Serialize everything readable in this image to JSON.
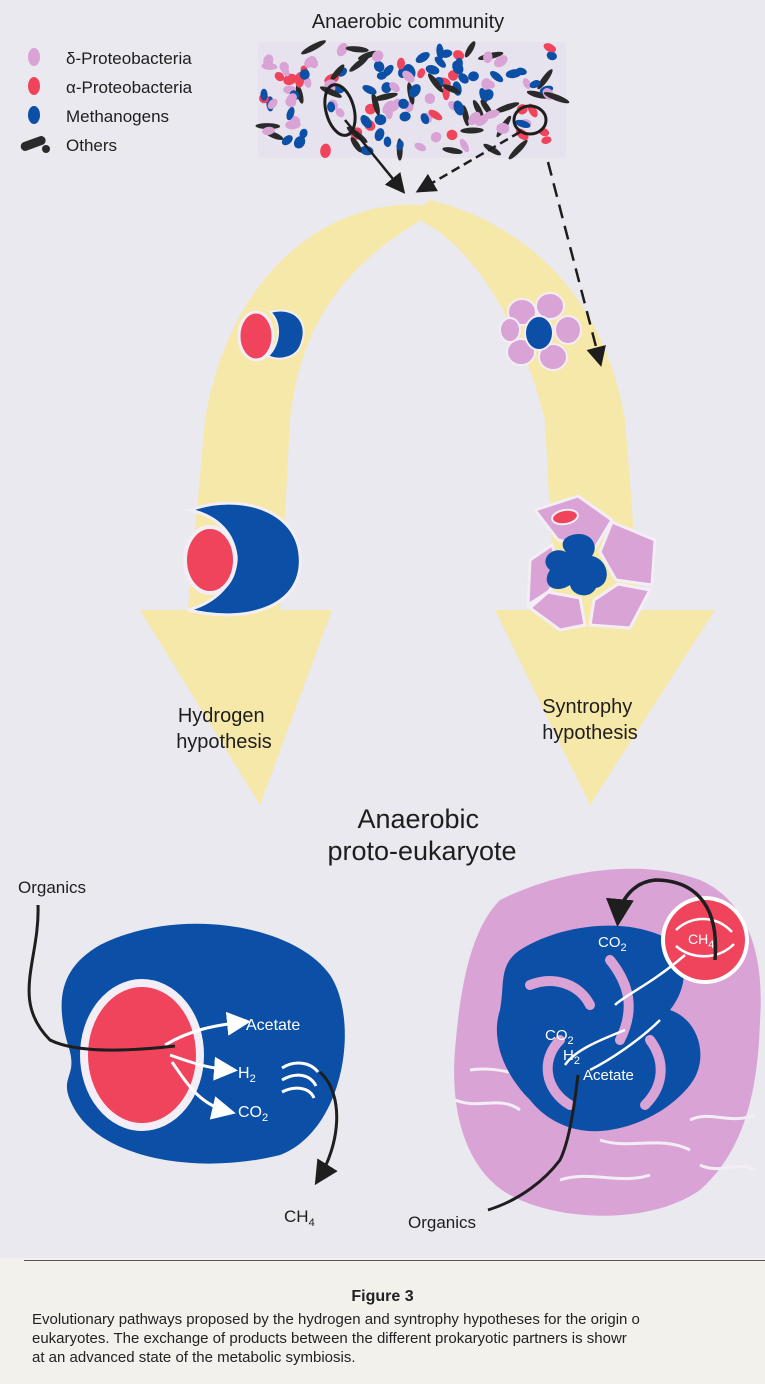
{
  "figure": {
    "community_title": "Anaerobic community",
    "legend": [
      {
        "label": "δ-Proteobacteria",
        "color": "#d9a3d6",
        "icon": "lilac-oval-icon"
      },
      {
        "label": "α-Proteobacteria",
        "color": "#f0445c",
        "icon": "red-oval-icon"
      },
      {
        "label": "Methanogens",
        "color": "#0b4fa6",
        "icon": "blue-oval-icon"
      },
      {
        "label": "Others",
        "color": "#2a2a2a",
        "icon": "dark-rod-icon"
      }
    ],
    "left_hypothesis": [
      "Hydrogen",
      "hypothesis"
    ],
    "right_hypothesis": [
      "Syntrophy",
      "hypothesis"
    ],
    "center_title": [
      "Anaerobic",
      "proto-eukaryote"
    ],
    "left_cell": {
      "input": "Organics",
      "products": [
        "Acetate",
        "H2",
        "CO2"
      ],
      "output": "CH4"
    },
    "right_cell": {
      "labels": [
        "CO2",
        "CO2",
        "H2",
        "Acetate",
        "CH4"
      ],
      "input": "Organics"
    },
    "colors": {
      "background": "#e9e9ef",
      "arrow_fill": "#f6e8a8",
      "methanogen": "#0b4fa6",
      "alpha": "#f0445c",
      "delta": "#d9a3d6"
    }
  },
  "caption": {
    "title": "Figure 3",
    "lines": [
      "Evolutionary pathways proposed by the hydrogen and syntrophy hypotheses for the origin o",
      "eukaryotes. The exchange of products between the different prokaryotic partners is showr",
      "at an advanced state of the metabolic symbiosis."
    ]
  }
}
